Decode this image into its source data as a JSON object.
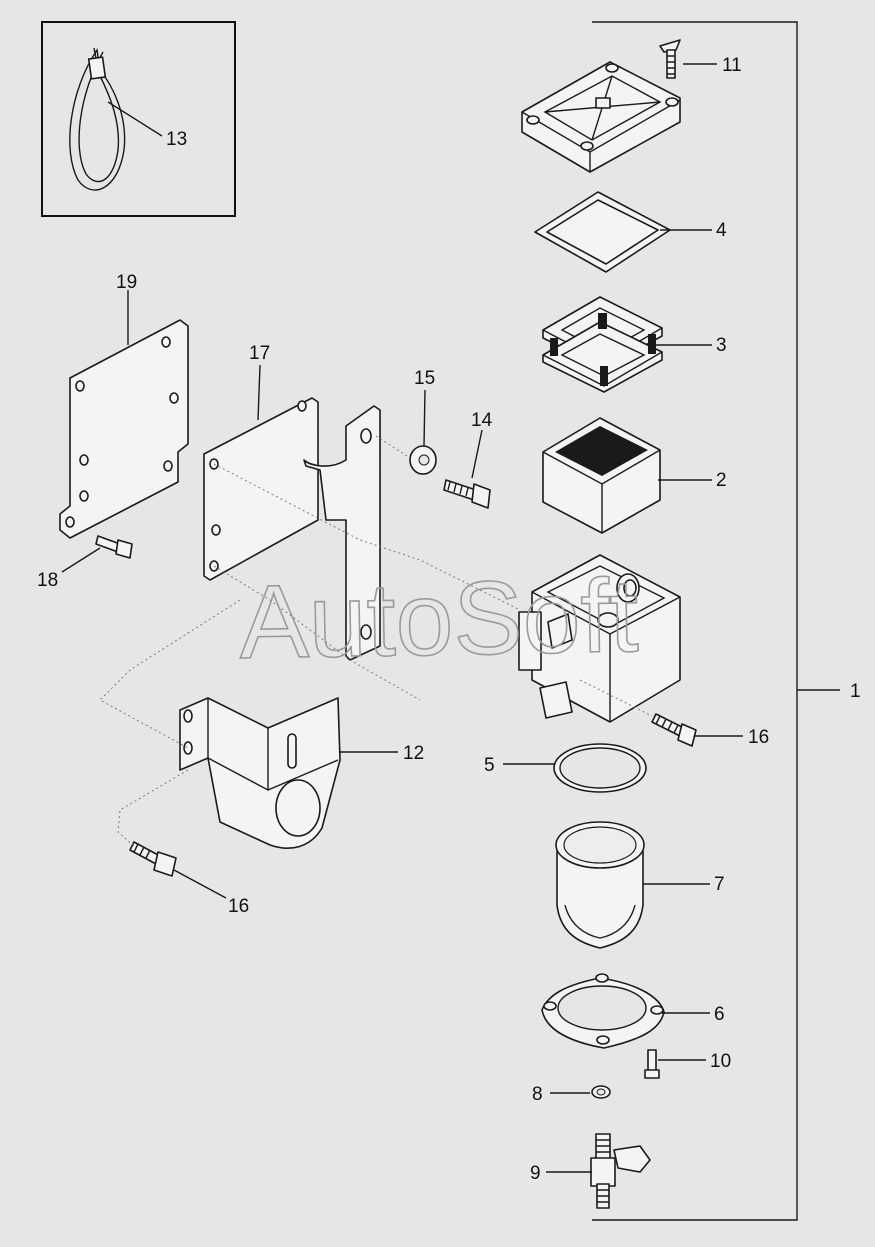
{
  "watermark": "AutoSoft",
  "callouts": [
    {
      "id": "1",
      "label": "1"
    },
    {
      "id": "2",
      "label": "2"
    },
    {
      "id": "3",
      "label": "3"
    },
    {
      "id": "4",
      "label": "4"
    },
    {
      "id": "5",
      "label": "5"
    },
    {
      "id": "6",
      "label": "6"
    },
    {
      "id": "7",
      "label": "7"
    },
    {
      "id": "8",
      "label": "8"
    },
    {
      "id": "9",
      "label": "9"
    },
    {
      "id": "10",
      "label": "10"
    },
    {
      "id": "11",
      "label": "11"
    },
    {
      "id": "12",
      "label": "12"
    },
    {
      "id": "13",
      "label": "13"
    },
    {
      "id": "14",
      "label": "14"
    },
    {
      "id": "15",
      "label": "15"
    },
    {
      "id": "16a",
      "label": "16"
    },
    {
      "id": "16b",
      "label": "16"
    },
    {
      "id": "17",
      "label": "17"
    },
    {
      "id": "18",
      "label": "18"
    },
    {
      "id": "19",
      "label": "19"
    }
  ]
}
